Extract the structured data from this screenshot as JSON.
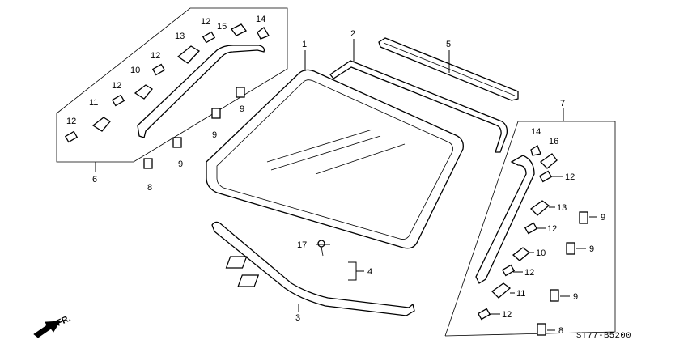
{
  "diagram": {
    "code": "ST77-B5200",
    "direction": "FR.",
    "labels": {
      "windshield": "1",
      "upper_molding": "2",
      "lower_molding": "3",
      "spacer_clip": "4",
      "top_seal": "5",
      "left_molding_assy": "6",
      "right_molding_assy": "7",
      "clip_8": "8",
      "clip_9": "9",
      "clip_10": "10",
      "clip_11": "11",
      "clip_12": "12",
      "clip_13": "13",
      "clip_14": "14",
      "clip_15": "15",
      "clip_16": "16",
      "clip_17": "17"
    }
  }
}
